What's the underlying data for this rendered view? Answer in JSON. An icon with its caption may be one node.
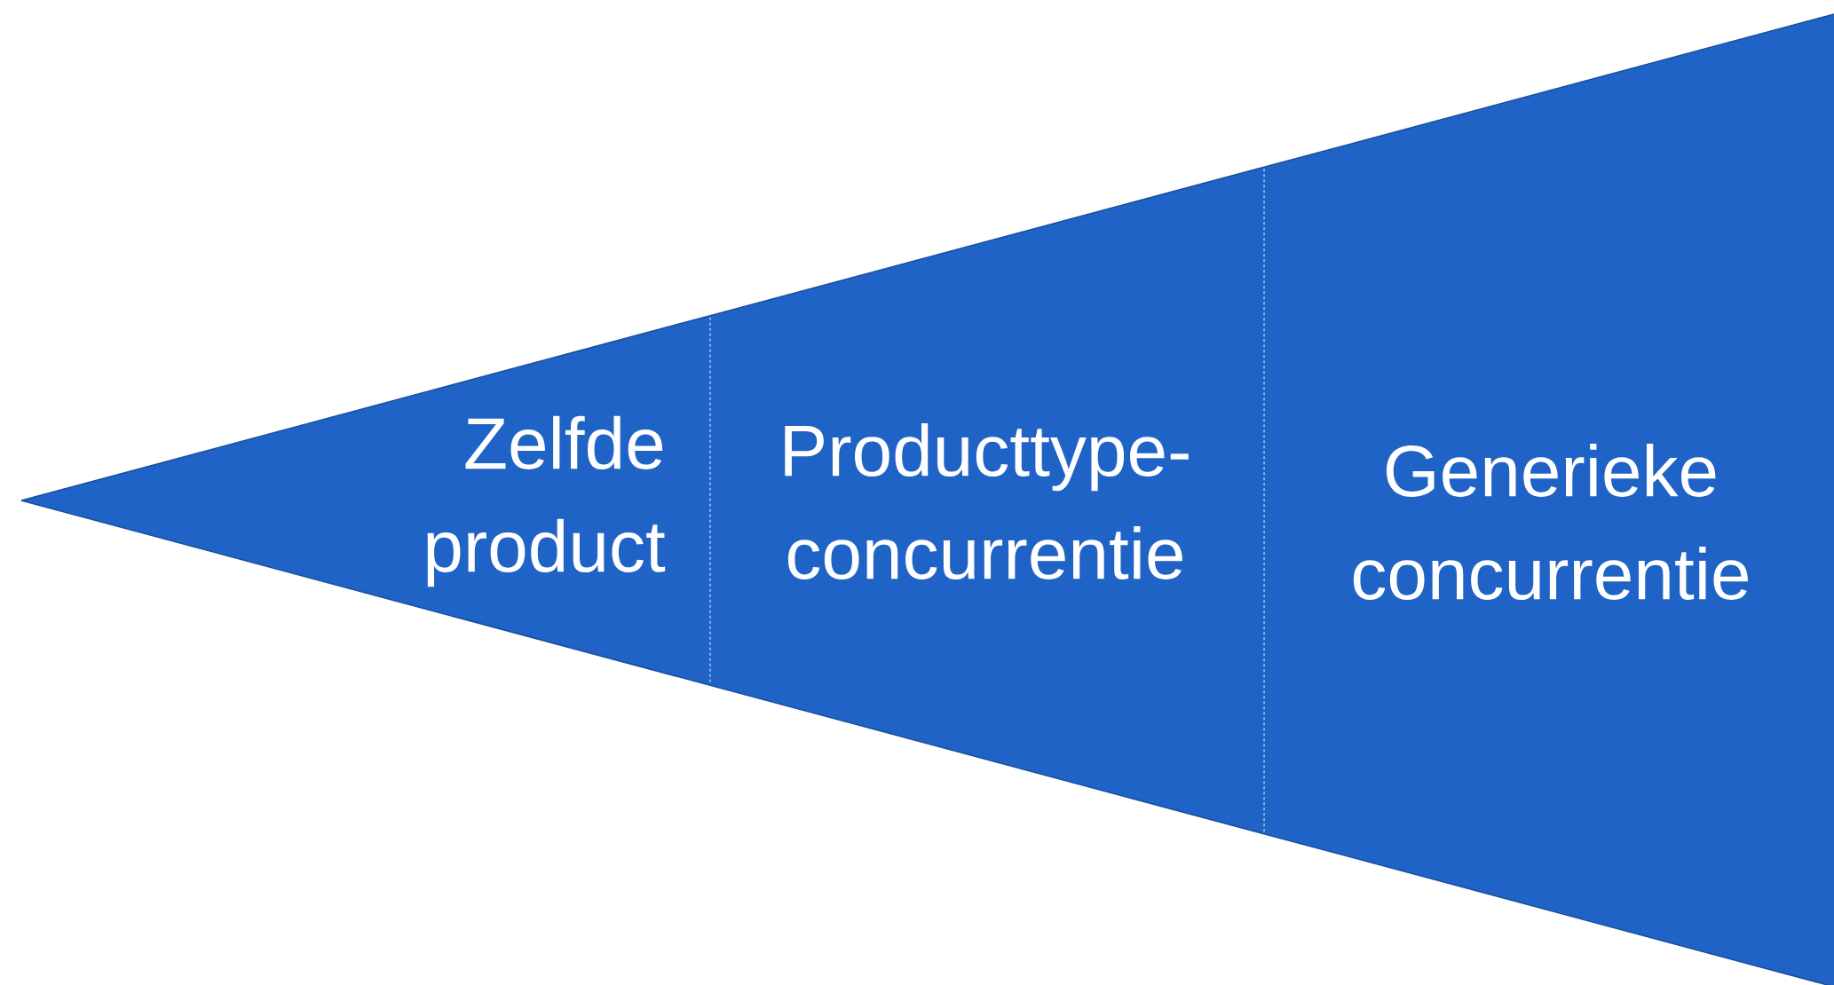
{
  "diagram": {
    "nodes": [
      {
        "text": [
          "Zelfde product"
        ]
      },
      {
        "text": [
          "Producttype- concurrentie"
        ]
      },
      {
        "text": [
          "Generieke concurrentie"
        ]
      }
    ]
  }
}
